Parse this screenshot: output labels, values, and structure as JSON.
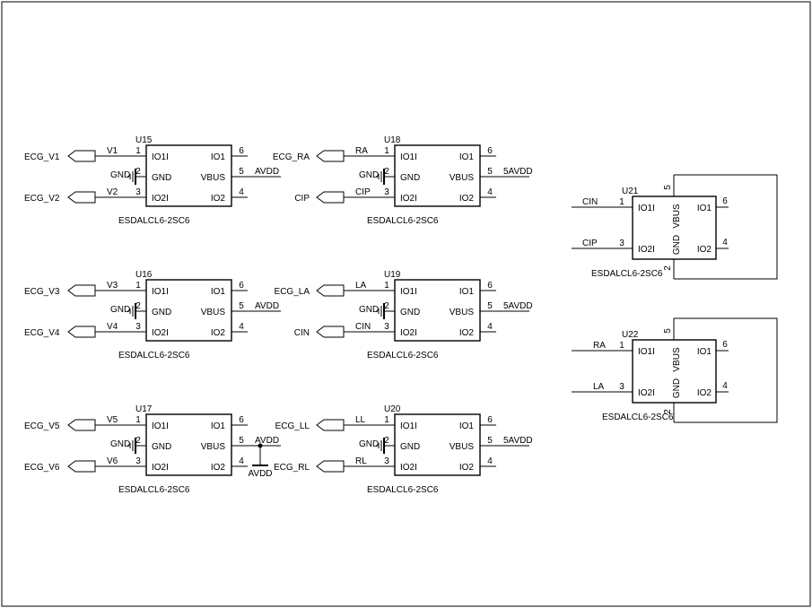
{
  "parts_left": [
    {
      "ref": "U15",
      "name": "ESDALCL6-2SC6",
      "pins": {
        "io1i": "IO1I",
        "gnd": "GND",
        "io2i": "IO2I",
        "io1": "IO1",
        "vbus": "VBUS",
        "io2": "IO2"
      },
      "pin_nums": {
        "io1i": "1",
        "gnd": "2",
        "io2i": "3",
        "io1": "6",
        "vbus": "5",
        "io2": "4"
      },
      "net_in1": "V1",
      "net_in2": "V2",
      "gnd_label": "GND",
      "vbus_net": "AVDD",
      "port_in1": "ECG_V1",
      "port_in2": "ECG_V2",
      "avdd_tap": false,
      "tap_label": ""
    },
    {
      "ref": "U16",
      "name": "ESDALCL6-2SC6",
      "pins": {
        "io1i": "IO1I",
        "gnd": "GND",
        "io2i": "IO2I",
        "io1": "IO1",
        "vbus": "VBUS",
        "io2": "IO2"
      },
      "pin_nums": {
        "io1i": "1",
        "gnd": "2",
        "io2i": "3",
        "io1": "6",
        "vbus": "5",
        "io2": "4"
      },
      "net_in1": "V3",
      "net_in2": "V4",
      "gnd_label": "GND",
      "vbus_net": "AVDD",
      "port_in1": "ECG_V3",
      "port_in2": "ECG_V4",
      "avdd_tap": false,
      "tap_label": ""
    },
    {
      "ref": "U17",
      "name": "ESDALCL6-2SC6",
      "pins": {
        "io1i": "IO1I",
        "gnd": "GND",
        "io2i": "IO2I",
        "io1": "IO1",
        "vbus": "VBUS",
        "io2": "IO2"
      },
      "pin_nums": {
        "io1i": "1",
        "gnd": "2",
        "io2i": "3",
        "io1": "6",
        "vbus": "5",
        "io2": "4"
      },
      "net_in1": "V5",
      "net_in2": "V6",
      "gnd_label": "GND",
      "vbus_net": "AVDD",
      "port_in1": "ECG_V5",
      "port_in2": "ECG_V6",
      "avdd_tap": true,
      "tap_label": "AVDD"
    }
  ],
  "parts_mid": [
    {
      "ref": "U18",
      "name": "ESDALCL6-2SC6",
      "pins": {
        "io1i": "IO1I",
        "gnd": "GND",
        "io2i": "IO2I",
        "io1": "IO1",
        "vbus": "VBUS",
        "io2": "IO2"
      },
      "pin_nums": {
        "io1i": "1",
        "gnd": "2",
        "io2i": "3",
        "io1": "6",
        "vbus": "5",
        "io2": "4"
      },
      "net_in1": "RA",
      "net_in2": "CIP",
      "gnd_label": "GND",
      "vbus_net": "5AVDD",
      "port_in1": "ECG_RA",
      "port_in2": "CIP"
    },
    {
      "ref": "U19",
      "name": "ESDALCL6-2SC6",
      "pins": {
        "io1i": "IO1I",
        "gnd": "GND",
        "io2i": "IO2I",
        "io1": "IO1",
        "vbus": "VBUS",
        "io2": "IO2"
      },
      "pin_nums": {
        "io1i": "1",
        "gnd": "2",
        "io2i": "3",
        "io1": "6",
        "vbus": "5",
        "io2": "4"
      },
      "net_in1": "LA",
      "net_in2": "CIN",
      "gnd_label": "GND",
      "vbus_net": "5AVDD",
      "port_in1": "ECG_LA",
      "port_in2": "CIN"
    },
    {
      "ref": "U20",
      "name": "ESDALCL6-2SC6",
      "pins": {
        "io1i": "IO1I",
        "gnd": "GND",
        "io2i": "IO2I",
        "io1": "IO1",
        "vbus": "VBUS",
        "io2": "IO2"
      },
      "pin_nums": {
        "io1i": "1",
        "gnd": "2",
        "io2i": "3",
        "io1": "6",
        "vbus": "5",
        "io2": "4"
      },
      "net_in1": "LL",
      "net_in2": "RL",
      "gnd_label": "GND",
      "vbus_net": "5AVDD",
      "port_in1": "ECG_LL",
      "port_in2": "ECG_RL"
    }
  ],
  "parts_right": [
    {
      "ref": "U21",
      "name": "ESDALCL6-2SC6",
      "pins": {
        "io1i": "IO1I",
        "io2i": "IO2I",
        "io1": "IO1",
        "io2": "IO2",
        "vbus": "VBUS",
        "gnd": "GND"
      },
      "pin_nums": {
        "io1i": "1",
        "io2i": "3",
        "io1": "6",
        "io2": "4",
        "vbus": "5",
        "gnd": "2"
      },
      "net_in1": "CIN",
      "net_in2": "CIP"
    },
    {
      "ref": "U22",
      "name": "ESDALCL6-2SC6",
      "pins": {
        "io1i": "IO1I",
        "io2i": "IO2I",
        "io1": "IO1",
        "io2": "IO2",
        "vbus": "VBUS",
        "gnd": "GND"
      },
      "pin_nums": {
        "io1i": "1",
        "io2i": "3",
        "io1": "6",
        "io2": "4",
        "vbus": "5",
        "gnd": "2"
      },
      "net_in1": "RA",
      "net_in2": "LA"
    }
  ]
}
